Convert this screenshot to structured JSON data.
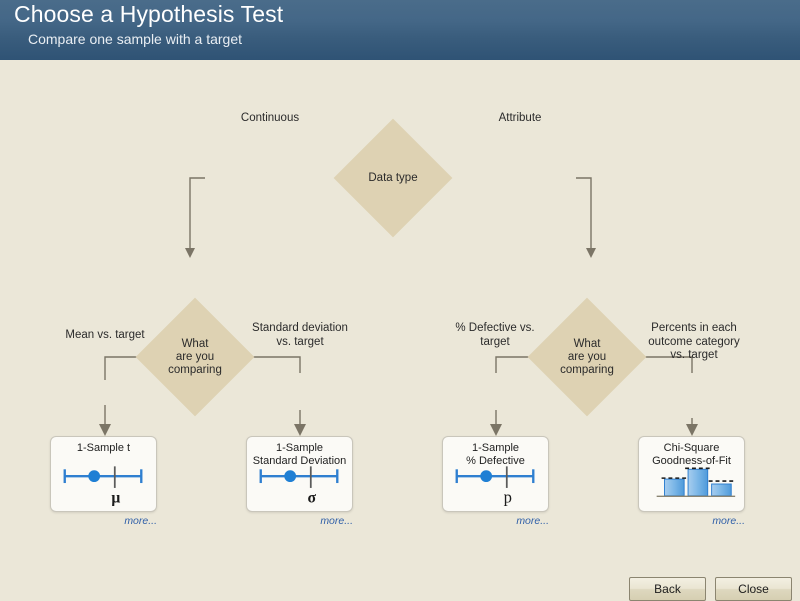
{
  "header": {
    "title": "Choose a Hypothesis Test",
    "subtitle": "Compare one sample with a target",
    "bg_top": "#4a6c8a",
    "bg_bottom": "#2f5375"
  },
  "page": {
    "background": "#ebe7d8",
    "diamond_fill": "#ded2b3",
    "wire_color": "#7b7566",
    "accent_blue": "#2f7fd0",
    "link_color": "#2f5fa8"
  },
  "flow": {
    "root": {
      "label": "Data type"
    },
    "branches": [
      {
        "label": "Continuous",
        "decision": "What\nare you\ncomparing"
      },
      {
        "label": "Attribute",
        "decision": "What\nare you\ncomparing"
      }
    ],
    "decision_left": {
      "line1": "What",
      "line2": "are you",
      "line3": "comparing"
    },
    "decision_right": {
      "line1": "What",
      "line2": "are you",
      "line3": "comparing"
    },
    "edge_labels": {
      "continuous": "Continuous",
      "attribute": "Attribute",
      "mean_vs_target": "Mean vs. target",
      "stdev_vs_target": "Standard deviation\nvs. target",
      "pct_defective_vs_target": "% Defective vs.\ntarget",
      "percents_each_category": "Percents in each\noutcome category\nvs. target"
    }
  },
  "cards": [
    {
      "id": "one-sample-t",
      "title": "1-Sample t",
      "symbol": "μ",
      "icon": "interval-plot-icon",
      "more_label": "more..."
    },
    {
      "id": "one-sample-standard-deviation",
      "title": "1-Sample\nStandard Deviation",
      "symbol": "σ",
      "icon": "interval-plot-icon",
      "more_label": "more..."
    },
    {
      "id": "one-sample-percent-defective",
      "title": "1-Sample\n% Defective",
      "symbol": "p",
      "icon": "interval-plot-icon",
      "more_label": "more..."
    },
    {
      "id": "chi-square-goodness-of-fit",
      "title": "Chi-Square\nGoodness-of-Fit",
      "symbol": "",
      "icon": "bar-chart-icon",
      "more_label": "more..."
    }
  ],
  "footer": {
    "back_label": "Back",
    "close_label": "Close"
  }
}
